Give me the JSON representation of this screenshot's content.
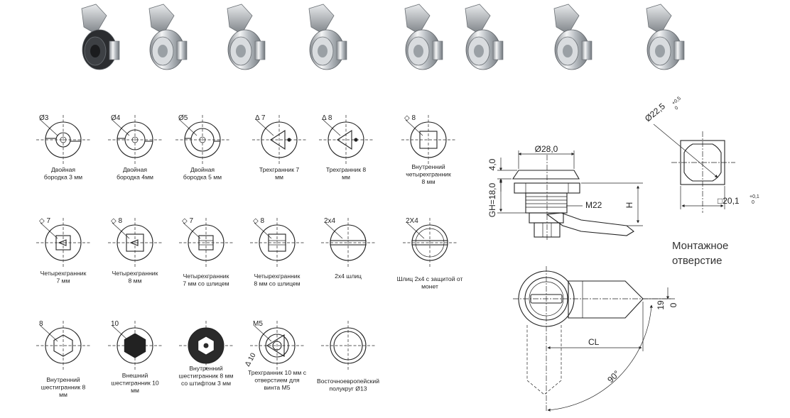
{
  "variants": [
    {
      "id": "v1",
      "dim": "Ø3",
      "label": [
        "Двойная",
        "бородка 3 мм"
      ]
    },
    {
      "id": "v2",
      "dim": "Ø4",
      "label": [
        "Двойная",
        "бородка 4мм"
      ]
    },
    {
      "id": "v3",
      "dim": "Ø5",
      "label": [
        "Двойная",
        "бородка 5 мм"
      ]
    },
    {
      "id": "v4",
      "dim": "Δ 7",
      "label": [
        "Трехгранник 7",
        "мм"
      ]
    },
    {
      "id": "v5",
      "dim": "Δ 8",
      "label": [
        "Трехгранник 8",
        "мм"
      ]
    },
    {
      "id": "v6",
      "dim": "◇ 8",
      "label": [
        "Внутренний",
        "четырехгранник",
        "8 мм"
      ]
    },
    {
      "id": "v7",
      "dim": "◇ 7",
      "label": [
        "Четырехгранник",
        "7 мм"
      ]
    },
    {
      "id": "v8",
      "dim": "◇ 8",
      "label": [
        "Четырехгранник",
        "8 мм"
      ]
    },
    {
      "id": "v9",
      "dim": "◇ 7",
      "label": [
        "Четырехгранник",
        "7 мм со шлицем"
      ]
    },
    {
      "id": "v10",
      "dim": "◇ 8",
      "label": [
        "Четырехгранник",
        "8 мм со шлицем"
      ]
    },
    {
      "id": "v11",
      "dim": "2x4",
      "label": [
        "2х4 шлиц"
      ]
    },
    {
      "id": "v12",
      "dim": "2X4",
      "label": [
        "Шлиц 2х4 с защитой от",
        "монет"
      ]
    },
    {
      "id": "v13",
      "dim": "8",
      "label": [
        "Внутренний",
        "шестигранник 8",
        "мм"
      ]
    },
    {
      "id": "v14",
      "dim": "10",
      "label": [
        "Внешний",
        "шестигранник 10",
        "мм"
      ]
    },
    {
      "id": "v15",
      "dim": "",
      "label": [
        "Внутренний",
        "шестигранник 8 мм",
        "со штифтом 3 мм"
      ]
    },
    {
      "id": "v16",
      "dim": "M5",
      "dim2": "Δ 10",
      "label": [
        "Трехгранник 10 мм с",
        "отверстием для",
        "винта М5"
      ]
    },
    {
      "id": "v17",
      "dim": "",
      "label": [
        "Восточноевропейский",
        "полукруг Ø13"
      ]
    }
  ],
  "side_view": {
    "d_top": "Ø28,0",
    "h_top": "4,0",
    "gh": "GH=18,0",
    "thread": "M22",
    "h": "H"
  },
  "mounting": {
    "diameter": "Ø22,5",
    "diameter_tol": "+0,5",
    "diameter_tol_low": "0",
    "flat": "□20,1",
    "flat_tol": "+0,1",
    "flat_tol_low": "0",
    "title_lines": [
      "Монтажное",
      "отверстие"
    ]
  },
  "front_view": {
    "cl": "CL",
    "d19": "19",
    "d0": "0",
    "angle": "90°"
  }
}
